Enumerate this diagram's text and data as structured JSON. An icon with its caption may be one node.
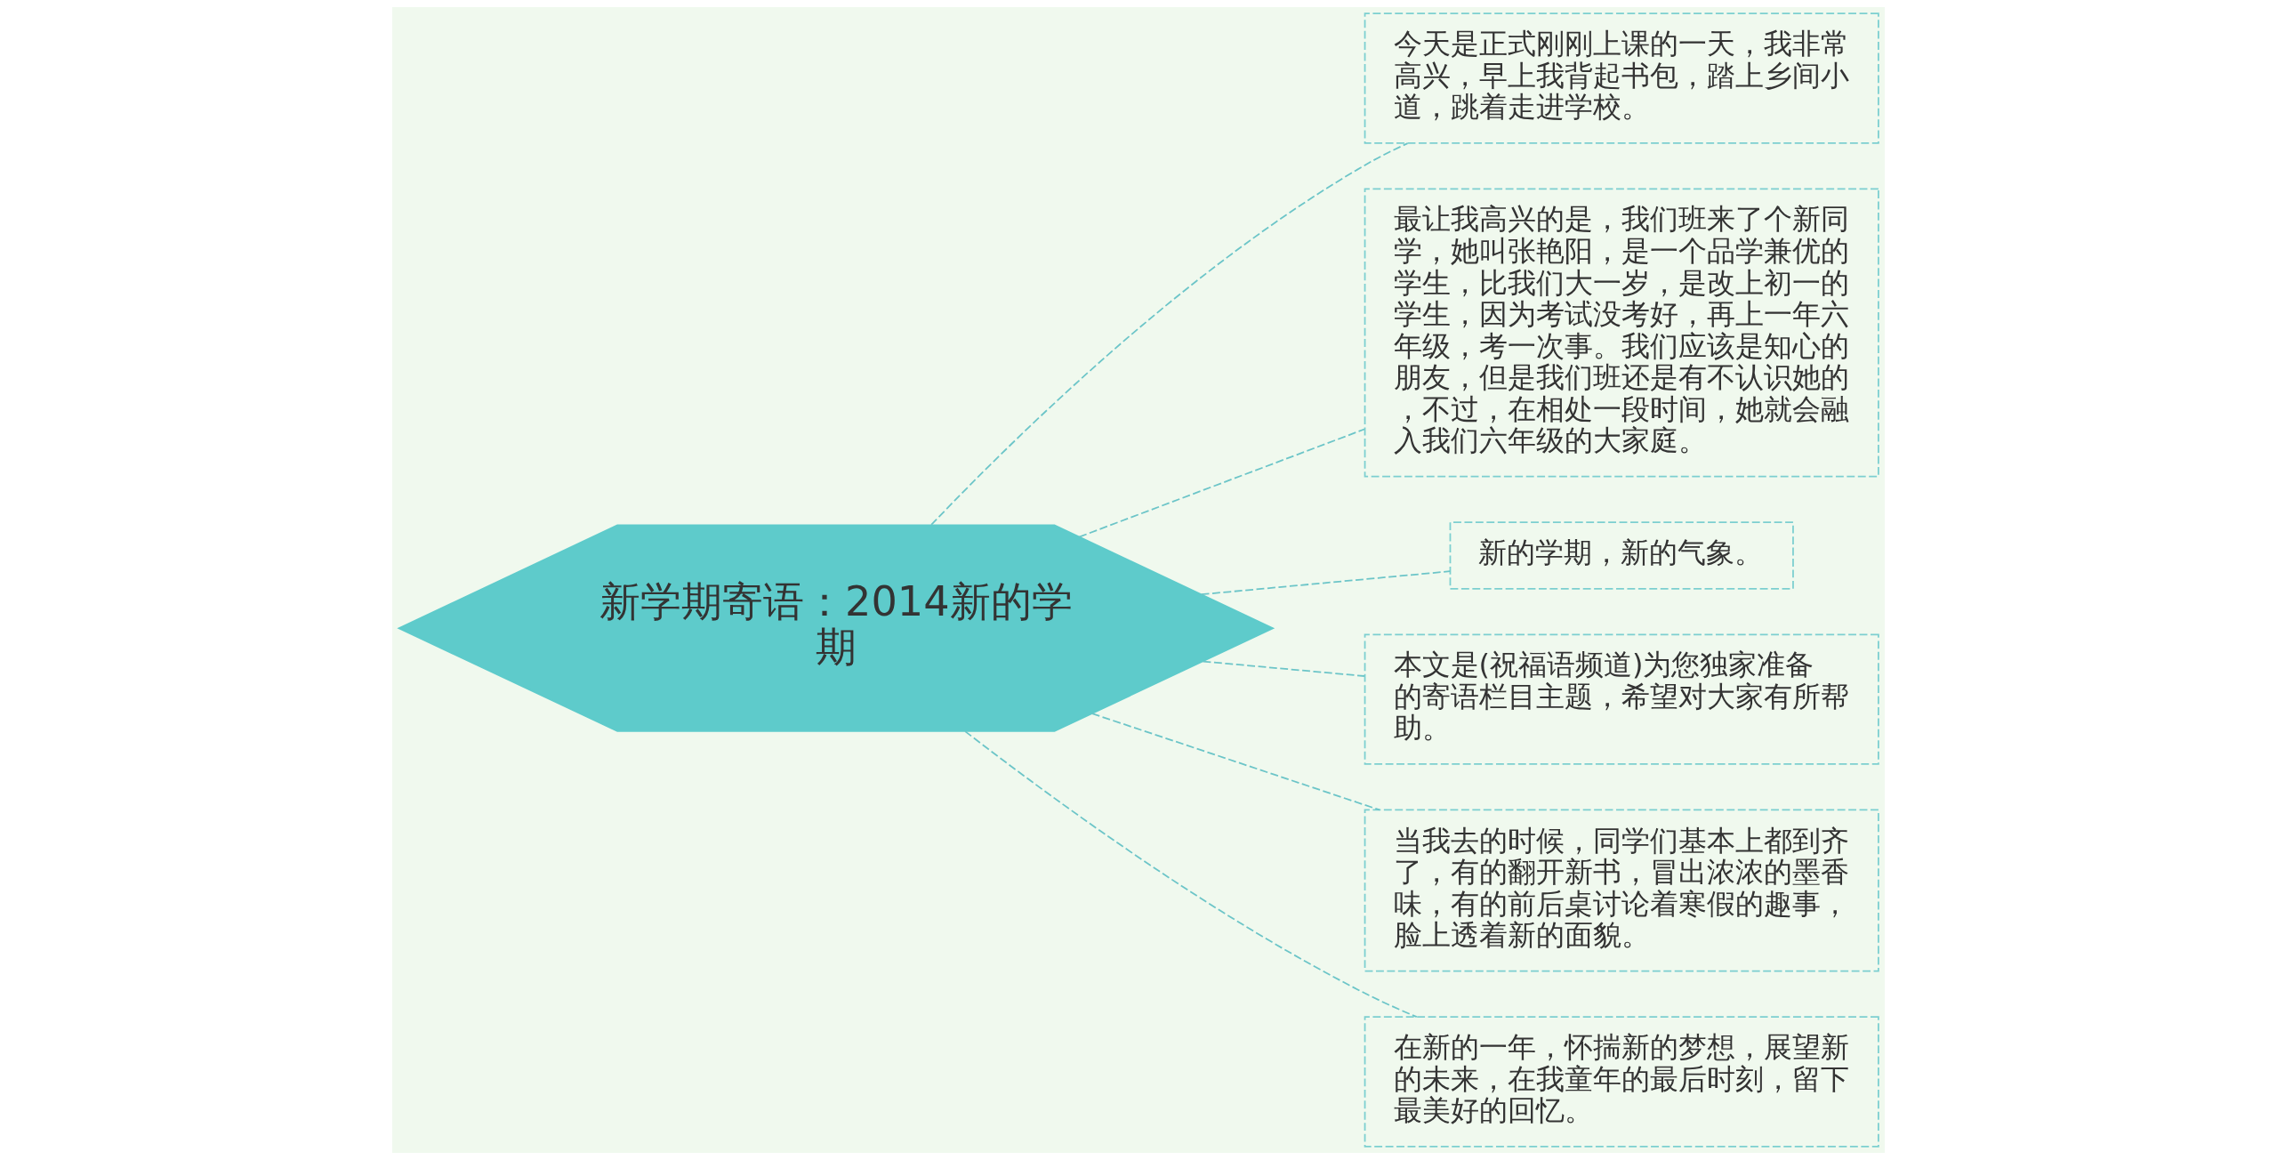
{
  "diagram": {
    "nodes": [
      {
        "text": [
          "新学期寄语：2014新的学期"
        ]
      },
      {
        "text": [
          "今天是正式刚刚上课的一天，我非常高兴，早上我背起书包，踏上乡间小道，跳着走进学校。"
        ]
      },
      {
        "text": [
          "最让我高兴的是，我们班来了个新同学，她叫张艳阳，是一个品学兼优的学生，比我们大一岁，是改上初一的学生，因为考试没考好，再上一年六年级，考一次事。我们应该是知心的朋友，但是我们班还是有不认识她的，不过，在相处一段时间，她就会融入我们六年级的大家庭。"
        ]
      },
      {
        "text": [
          "新的学期，新的气象。"
        ]
      },
      {
        "text": [
          "本文是(祝福语频道)为您独家准备的寄语栏目主题，希望对大家有所帮助。"
        ]
      },
      {
        "text": [
          "当我去的时候，同学们基本上都到齐了，有的翻开新书，冒出浓浓的墨香味，有的前后桌讨论着寒假的趣事，脸上透着新的面貌。"
        ]
      },
      {
        "text": [
          "在新的一年，怀揣新的梦想，展望新的未来，在我童年的最后时刻，留下最美好的回忆。"
        ]
      }
    ],
    "edges": [
      {
        "from": 0,
        "to": 1,
        "arrow": "none",
        "style": "dashed"
      },
      {
        "from": 0,
        "to": 2,
        "arrow": "none",
        "style": "dashed"
      },
      {
        "from": 0,
        "to": 3,
        "arrow": "none",
        "style": "dashed"
      },
      {
        "from": 0,
        "to": 4,
        "arrow": "none",
        "style": "dashed"
      },
      {
        "from": 0,
        "to": 5,
        "arrow": "none",
        "style": "dashed"
      },
      {
        "from": 0,
        "to": 6,
        "arrow": "none",
        "style": "dashed"
      }
    ]
  }
}
